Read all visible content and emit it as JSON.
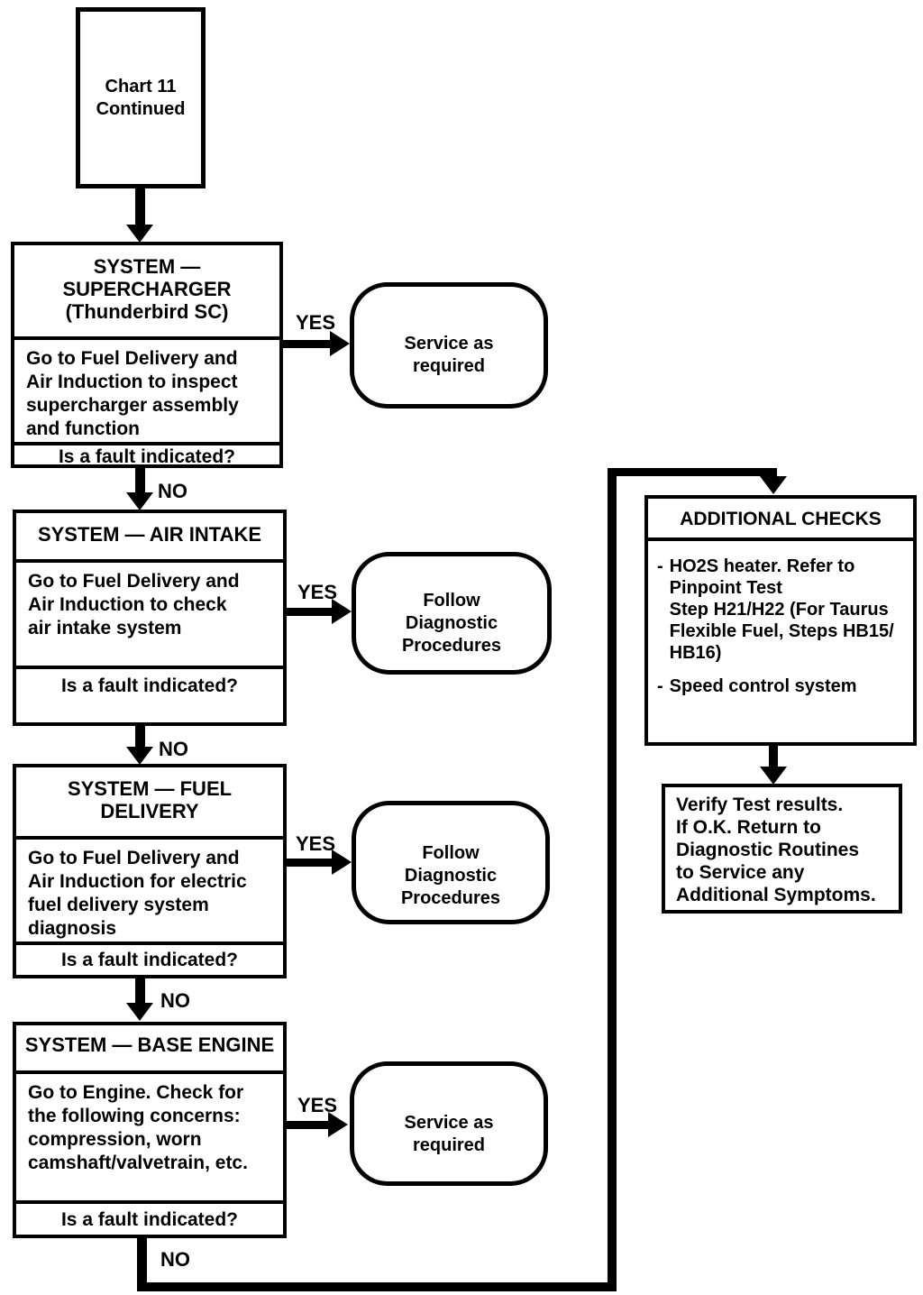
{
  "page": {
    "background": "#ffffff",
    "ink": "#000000"
  },
  "title_box": {
    "label": "Chart 11\nContinued"
  },
  "nodes": [
    {
      "header": "SYSTEM —\nSUPERCHARGER\n(Thunderbird SC)",
      "body": "Go to Fuel Delivery and\nAir Induction to inspect\nsupercharger assembly\nand function",
      "question": "Is a fault indicated?",
      "yes_label": "YES",
      "no_label": "NO"
    },
    {
      "header": "SYSTEM — AIR INTAKE",
      "body": "Go to Fuel Delivery and\nAir Induction to check\nair intake system",
      "question": "Is a fault indicated?",
      "yes_label": "YES",
      "no_label": "NO"
    },
    {
      "header": "SYSTEM — FUEL\nDELIVERY",
      "body": "Go to Fuel Delivery and\nAir Induction for electric\nfuel delivery system\ndiagnosis",
      "question": "Is a fault indicated?",
      "yes_label": "YES",
      "no_label": "NO"
    },
    {
      "header": "SYSTEM — BASE ENGINE",
      "body": "Go to Engine. Check for\nthe following concerns:\ncompression, worn\ncamshaft/valvetrain, etc.",
      "question": "Is a fault indicated?",
      "yes_label": "YES",
      "no_label": "NO"
    }
  ],
  "outcomes": [
    {
      "label": "Service as\nrequired"
    },
    {
      "label": "Follow\nDiagnostic\nProcedures"
    },
    {
      "label": "Follow\nDiagnostic\nProcedures"
    },
    {
      "label": "Service as\nrequired"
    }
  ],
  "additional_checks": {
    "header": "ADDITIONAL CHECKS",
    "items": [
      {
        "bullet": "-",
        "text": "HO2S heater. Refer to\nPinpoint Test\nStep H21/H22 (For Taurus\nFlexible Fuel, Steps HB15/\nHB16)"
      },
      {
        "bullet": "-",
        "text": "Speed control system"
      }
    ]
  },
  "verify_box": {
    "text": "Verify Test results.\nIf O.K. Return to\nDiagnostic Routines\nto Service any\nAdditional Symptoms."
  }
}
